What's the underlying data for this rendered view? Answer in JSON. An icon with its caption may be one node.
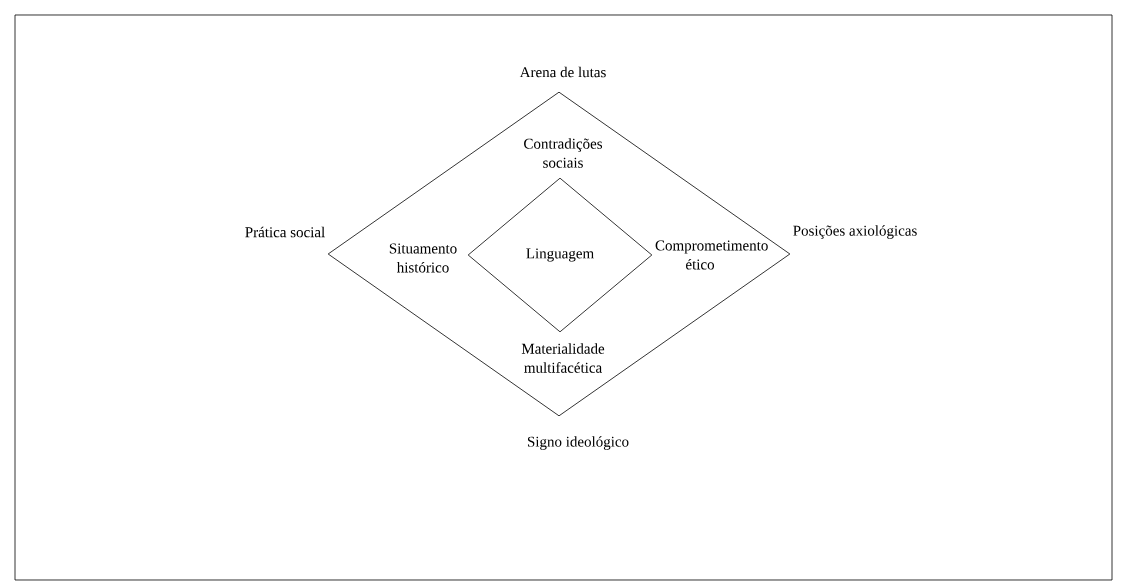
{
  "diagram": {
    "nodes": [
      {
        "text": [
          "Contradições sociais",
          "Situamento histórico",
          "Comprometimento ético",
          "Materialidade multifacética"
        ],
        "beside": [
          "Arena de lutas",
          "Prática social",
          "Posições axiológicas",
          "Signo ideológico"
        ]
      },
      {
        "text": [
          "Linguagem"
        ],
        "in": 0
      }
    ]
  }
}
